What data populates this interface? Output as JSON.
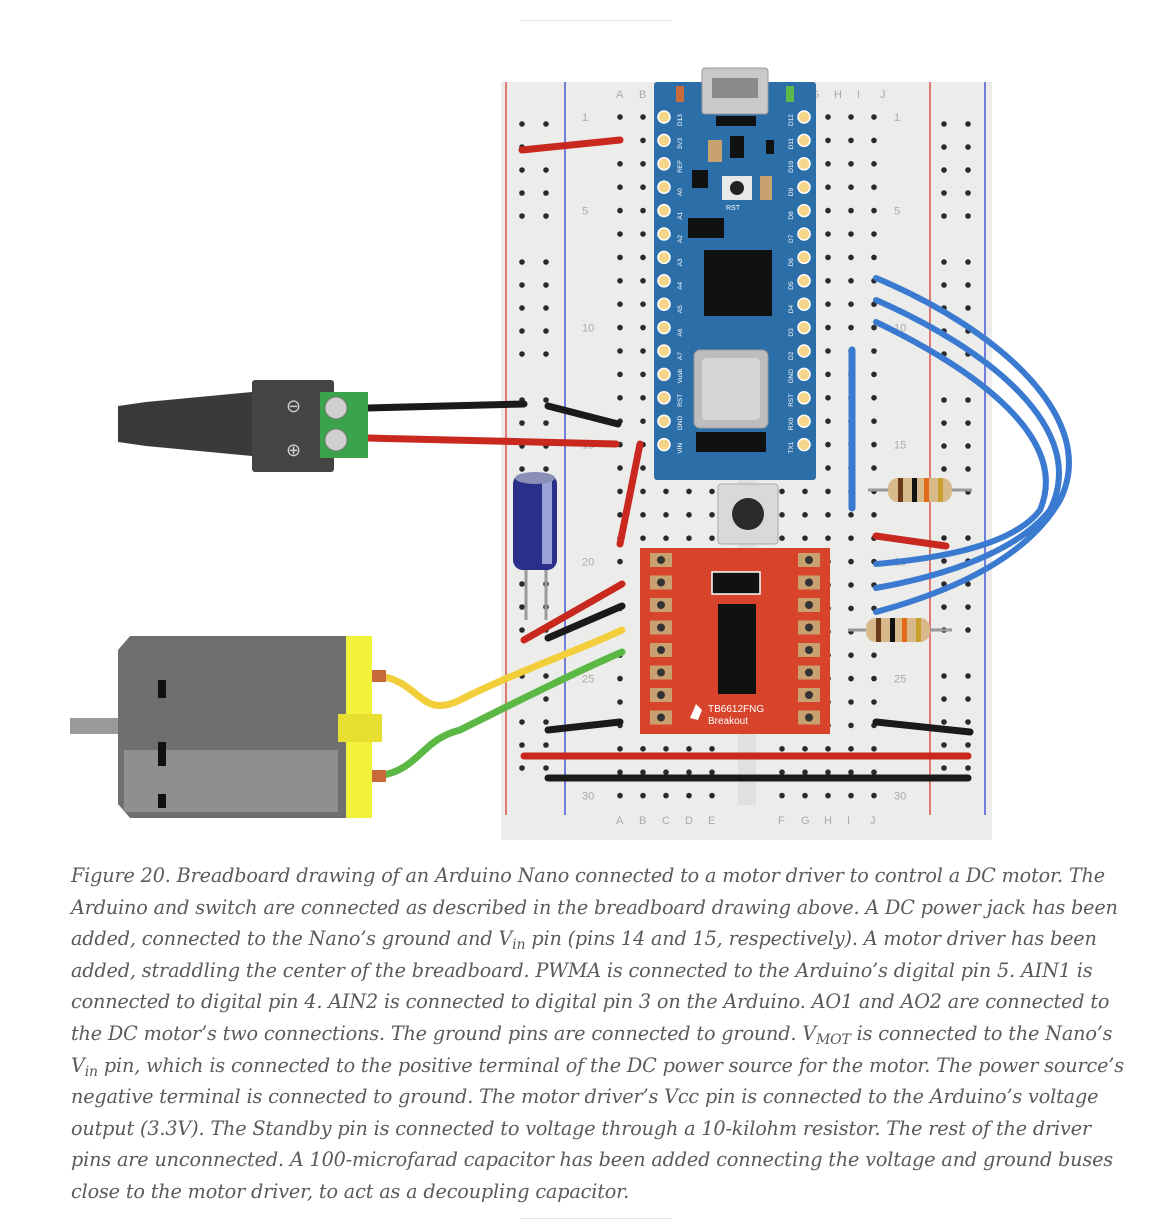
{
  "figure": {
    "breadboard": {
      "column_letters_left": [
        "A",
        "B",
        "C",
        "D",
        "E"
      ],
      "column_letters_right": [
        "F",
        "G",
        "H",
        "I",
        "J"
      ],
      "row_numbers": [
        "1",
        "5",
        "10",
        "15",
        "20",
        "25",
        "30"
      ]
    },
    "arduino": {
      "reset_label": "RST",
      "left_pins": [
        "D13",
        "3V3",
        "REF",
        "A0",
        "A1",
        "A2",
        "A3",
        "A4",
        "A5",
        "A6",
        "A7",
        "Vusb",
        "RST",
        "GND",
        "VIN"
      ],
      "right_pins": [
        "D12",
        "D11",
        "D10",
        "D9",
        "D8",
        "D7",
        "D6",
        "D5",
        "D4",
        "D3",
        "D2",
        "GND",
        "RST",
        "RX0",
        "TX1"
      ]
    },
    "motor_driver": {
      "name": "TB6612FNG",
      "subtitle": "Breakout"
    },
    "power_jack": {
      "minus_symbol": "⊖",
      "plus_symbol": "⊕"
    },
    "colors": {
      "red_wire": "#c8281e",
      "black_wire": "#1a1a1a",
      "blue_wire": "#3a7ad0",
      "yellow_wire": "#f2cf3a",
      "green_wire": "#5cb845",
      "arduino_board": "#2c6ea8",
      "driver_board": "#d8432c",
      "breadboard": "#ececea"
    }
  },
  "caption": {
    "p1": "Figure 20. Breadboard drawing of an Arduino Nano connected to a motor driver to control a DC motor. The Arduino and switch are connected as described in the breadboard drawing above. A DC power jack has been added, connected to the Nano’s ground and V",
    "sub1": "in",
    "p2": " pin (pins 14 and 15, respectively). A motor driver has been added, straddling the center of the breadboard. PWMA is connected to the Arduino’s digital pin 5. AIN1 is connected to digital pin 4. AIN2 is connected to digital pin 3 on the Arduino. AO1 and AO2 are connected to the DC motor’s two connections. The ground pins are connected to ground. V",
    "sub2": "MOT",
    "p3": " is connected to the Nano’s V",
    "sub3": "in",
    "p4": " pin, which is connected to the positive terminal of the DC power source for the motor. The power source’s negative terminal is connected to ground. The motor driver’s Vcc pin is connected to the Arduino’s voltage output (3.3V). The Standby pin is connected to voltage through a 10-kilohm resistor. The rest of the driver pins are unconnected. A 100-microfarad capacitor has been added connecting the voltage and ground buses close to the motor driver, to act as a decoupling capacitor."
  }
}
